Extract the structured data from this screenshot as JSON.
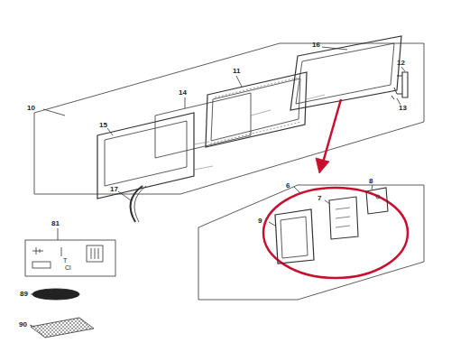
{
  "diagram": {
    "labels": [
      "10",
      "16",
      "11",
      "14",
      "15",
      "17",
      "12",
      "13",
      "6",
      "7",
      "8",
      "9",
      "81",
      "T",
      "Cl",
      "89",
      "90"
    ]
  }
}
